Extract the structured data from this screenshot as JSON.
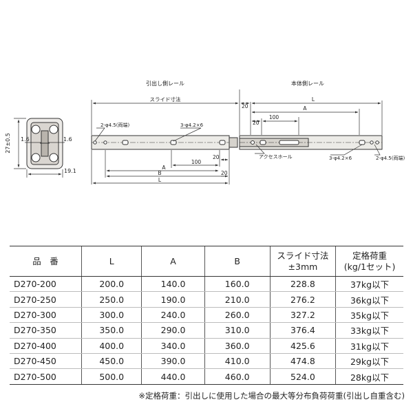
{
  "drawing": {
    "left_title": "引出し側レール",
    "right_title": "本体側レール",
    "slide_label": "スライド寸法",
    "dim_20": "20",
    "dim_100": "100",
    "dim_A": "A",
    "dim_B": "B",
    "dim_L": "L",
    "hole_2_45": "2-φ4.5(両端)",
    "hole_3_42": "3-φ4.2×6",
    "access_hole": "アクセスホール",
    "section_height": "27±0.5",
    "section_16": "1.6",
    "section_width": "19.1"
  },
  "table": {
    "headers": [
      "品　番",
      "L",
      "A",
      "B",
      "スライド寸法\n±3mm",
      "定格荷重\n(kg/1セット)"
    ],
    "rows": [
      [
        "D270-200",
        "200.0",
        "140.0",
        "160.0",
        "228.8",
        "37kg以下"
      ],
      [
        "D270-250",
        "250.0",
        "190.0",
        "210.0",
        "276.2",
        "36kg以下"
      ],
      [
        "D270-300",
        "300.0",
        "240.0",
        "260.0",
        "327.2",
        "35kg以下"
      ],
      [
        "D270-350",
        "350.0",
        "290.0",
        "310.0",
        "376.4",
        "33kg以下"
      ],
      [
        "D270-400",
        "400.0",
        "340.0",
        "360.0",
        "425.6",
        "31kg以下"
      ],
      [
        "D270-450",
        "450.0",
        "390.0",
        "410.0",
        "474.8",
        "29kg以下"
      ],
      [
        "D270-500",
        "500.0",
        "440.0",
        "460.0",
        "524.0",
        "28kg以下"
      ]
    ]
  },
  "footnote": "※定格荷重：引出しに使用した場合の最大等分布負荷荷重(引出し自重含む)"
}
